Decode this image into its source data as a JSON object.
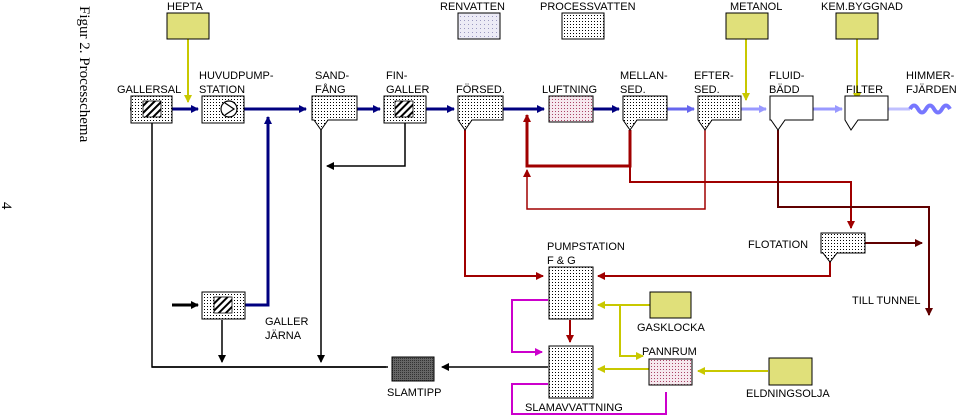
{
  "figure": {
    "caption": "Figur 2. Processchema",
    "page_number": "4"
  },
  "legend": {
    "hepta": "HEPTA",
    "renvatten": "RENVATTEN",
    "processvatten": "PROCESSVATTEN",
    "metanol": "METANOL",
    "kembyggnad": "KEM.BYGGNAD"
  },
  "units": {
    "gallersal": "GALLERSAL",
    "huvudpump_1": "HUVUDPUMP-",
    "huvudpump_2": "STATION",
    "sandfang_1": "SAND-",
    "sandfang_2": "FÅNG",
    "fingaller_1": "FIN-",
    "fingaller_2": "GALLER",
    "forsed": "FÖRSED.",
    "luftning": "LUFTNING",
    "mellansed_1": "MELLAN-",
    "mellansed_2": "SED.",
    "eftersed_1": "EFTER-",
    "eftersed_2": "SED.",
    "fluidbadd_1": "FLUID-",
    "fluidbadd_2": "BÄDD",
    "filter": "FILTER",
    "himmerfjarden_1": "HIMMER-",
    "himmerfjarden_2": "FJÄRDEN",
    "pumpstation_1": "PUMPSTATION",
    "pumpstation_2": "F & G",
    "flotation": "FLOTATION",
    "till_tunnel": "TILL TUNNEL",
    "galler_jarna_1": "GALLER",
    "galler_jarna_2": "JÄRNA",
    "gasklocka": "GASKLOCKA",
    "pannrum": "PANNRUM",
    "slamtipp": "SLAMTIPP",
    "slamavvattning": "SLAMAVVATTNING",
    "eldningsolja": "ELDNINGSOLJA"
  },
  "colors": {
    "main_flow": "#000080",
    "sludge_flow": "#a00000",
    "dark_sludge": "#600000",
    "reject_flow": "#cc00cc",
    "chemical": "#c8c800",
    "chemical_fill": "#e0e07a",
    "light_flow": "#6666ee",
    "lighter_flow": "#9999ff",
    "outlet": "#7777ff"
  }
}
